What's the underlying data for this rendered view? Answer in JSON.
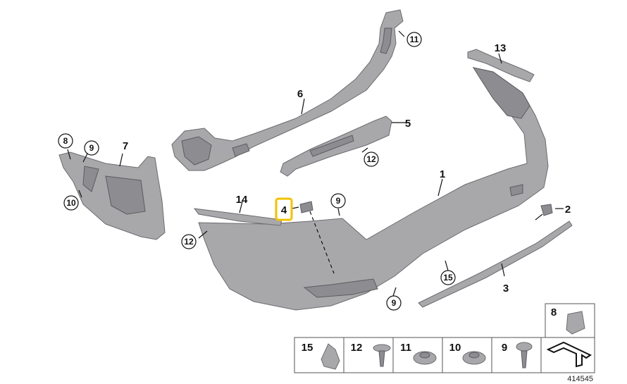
{
  "parts": {
    "p1": "1",
    "p2": "2",
    "p3": "3",
    "p4": "4",
    "p5": "5",
    "p6": "6",
    "p7": "7",
    "p8": "8",
    "p9": "9",
    "p10": "10",
    "p11": "11",
    "p12": "12",
    "p13": "13",
    "p14": "14",
    "p15": "15"
  },
  "legend": {
    "cells": [
      "15",
      "12",
      "11",
      "10",
      "9"
    ],
    "top_cell": "8"
  },
  "reference_number": "414545",
  "colors": {
    "part_fill": "#a8a8ab",
    "highlight": "#f2c200"
  }
}
